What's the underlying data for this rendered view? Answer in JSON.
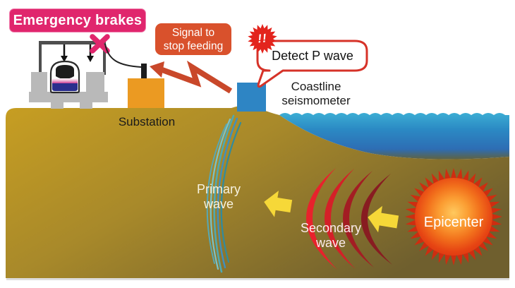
{
  "badges": {
    "emergency": {
      "label": "Emergency brakes",
      "bg_color": "#e0266d"
    },
    "signal": {
      "line1": "Signal to",
      "line2": "stop feeding",
      "bg_color": "#d9512c"
    }
  },
  "alert_burst": {
    "text": "!!",
    "color": "#e3241d"
  },
  "bubble": {
    "label": "Detect P wave",
    "border_color": "#d63228"
  },
  "labels": {
    "substation": "Substation",
    "seismometer_line1": "Coastline",
    "seismometer_line2": "seismometer",
    "primary_line1": "Primary",
    "primary_line2": "wave",
    "secondary_line1": "Secondary",
    "secondary_line2": "wave",
    "epicenter": "Epicenter"
  },
  "icons": {
    "blocked_x": "pink X over pantograph",
    "pantograph_arrows": "two down arrows",
    "lightning_arrow": "red zigzag arrow toward substation",
    "left_block_arrows": "two yellow left arrows",
    "alert_burst": "red starburst with !!",
    "epicenter_burst": "orange-red starburst"
  },
  "colors": {
    "badge_pink": "#e0266d",
    "signal_red": "#d9512c",
    "bubble_border_red": "#d63228",
    "alert_red": "#e3241d",
    "substation_orange": "#eb9a22",
    "seismometer_blue": "#2e85c4",
    "sea_top": "#3cadd4",
    "sea_deep": "#2d6db4",
    "ground_light": "#c79e22",
    "ground_dark": "#6f5f2e",
    "primary_wave_teal": "#4fa8b2",
    "secondary_wave_red": "#d42028",
    "epicenter_orange": "#f2711c",
    "arrow_yellow": "#f6d838",
    "train_navy": "#2a2e8d",
    "train_pink": "#c93c92"
  }
}
